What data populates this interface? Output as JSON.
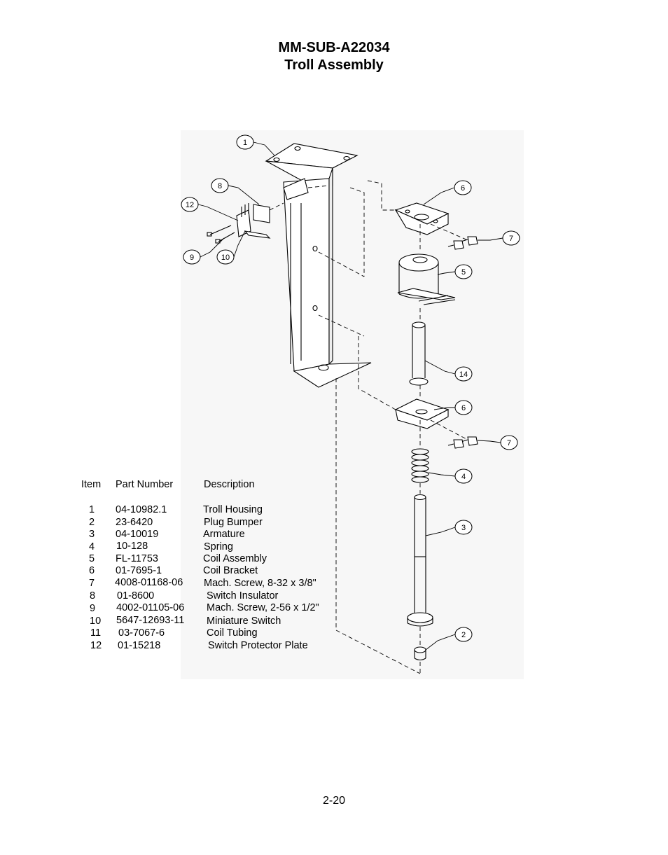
{
  "header": {
    "part_code": "MM-SUB-A22034",
    "title": "Troll Assembly"
  },
  "diagram": {
    "callouts": [
      "1",
      "8",
      "12",
      "9",
      "10",
      "6",
      "7",
      "5",
      "14",
      "6",
      "7",
      "4",
      "3",
      "2"
    ]
  },
  "parts_list": {
    "headers": {
      "item": "Item",
      "part_number": "Part Number",
      "description": "Description"
    },
    "rows": [
      {
        "item": "1",
        "part_number": "04-10982.1",
        "description": "Troll Housing"
      },
      {
        "item": "2",
        "part_number": "23-6420",
        "description": "Plug Bumper"
      },
      {
        "item": "3",
        "part_number": "04-10019",
        "description": "Armature"
      },
      {
        "item": "4",
        "part_number": "10-128",
        "description": "Spring"
      },
      {
        "item": "5",
        "part_number": "FL-11753",
        "description": "Coil Assembly"
      },
      {
        "item": "6",
        "part_number": "01-7695-1",
        "description": "Coil Bracket"
      },
      {
        "item": "7",
        "part_number": "4008-01168-06",
        "description": "Mach. Screw, 8-32 x 3/8\""
      },
      {
        "item": "8",
        "part_number": "01-8600",
        "description": "Switch Insulator"
      },
      {
        "item": "9",
        "part_number": "4002-01105-06",
        "description": "Mach. Screw, 2-56 x 1/2\""
      },
      {
        "item": "10",
        "part_number": "5647-12693-11",
        "description": "Miniature Switch"
      },
      {
        "item": "11",
        "part_number": "03-7067-6",
        "description": "Coil Tubing"
      },
      {
        "item": "12",
        "part_number": "01-15218",
        "description": "Switch Protector Plate"
      }
    ]
  },
  "footer": {
    "page_number": "2-20"
  }
}
